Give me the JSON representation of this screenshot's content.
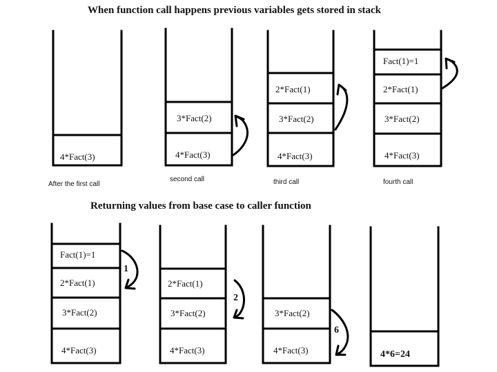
{
  "titles": {
    "top": "When function call happens previous variables gets stored in stack",
    "bottom": "Returning values from base case to caller function"
  },
  "top_row": {
    "stack1": {
      "frames": [
        "4*Fact(3)"
      ],
      "caption": "After the first call"
    },
    "stack2": {
      "frames": [
        "3*Fact(2)",
        "4*Fact(3)"
      ],
      "caption": "second call"
    },
    "stack3": {
      "frames": [
        "2*Fact(1)",
        "3*Fact(2)",
        "4*Fact(3)"
      ],
      "caption": "third call"
    },
    "stack4": {
      "frames": [
        "Fact(1)=1",
        "2*Fact(1)",
        "3*Fact(2)",
        "4*Fact(3)"
      ],
      "caption": "fourth call"
    }
  },
  "bottom_row": {
    "stack1": {
      "frames": [
        "Fact(1)=1",
        "2*Fact(1)",
        "3*Fact(2)",
        "4*Fact(3)"
      ],
      "return_value": "1"
    },
    "stack2": {
      "frames": [
        "2*Fact(1)",
        "3*Fact(2)",
        "4*Fact(3)"
      ],
      "return_value": "2"
    },
    "stack3": {
      "frames": [
        "3*Fact(2)",
        "4*Fact(3)"
      ],
      "return_value": "6"
    },
    "stack4": {
      "frames": [
        "4*6=24"
      ]
    }
  }
}
